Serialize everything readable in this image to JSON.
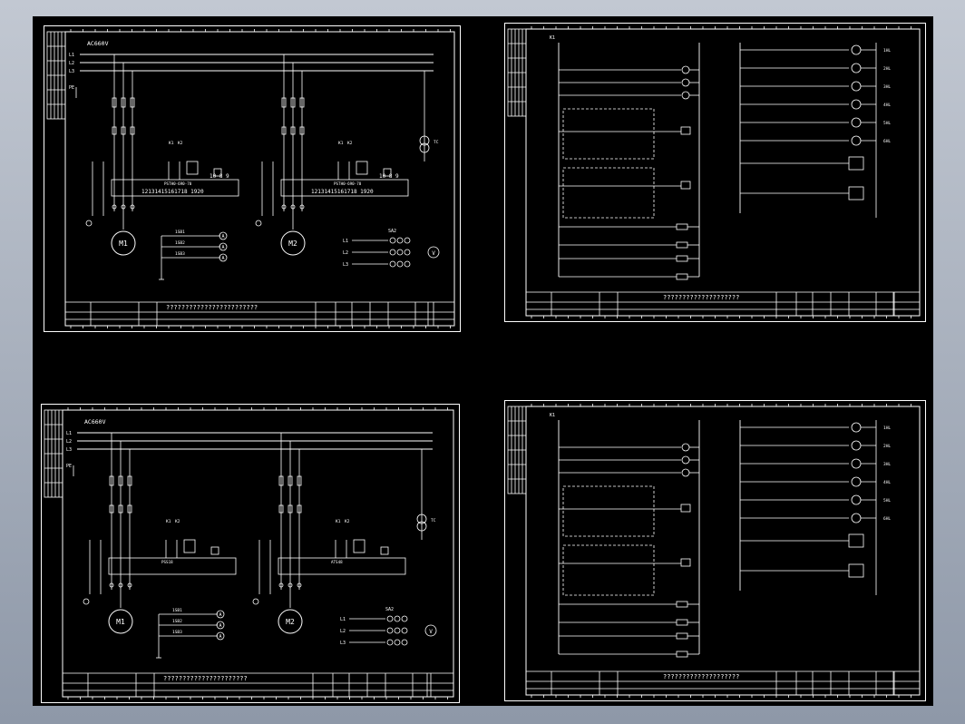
{
  "sheets": [
    {
      "type": "power",
      "bus_label": "AC660V",
      "lines": [
        "L1",
        "L2",
        "L3"
      ],
      "pe": "PE",
      "motors": [
        "M1",
        "M2"
      ],
      "controller_labels": [
        "PSTH0-690-70",
        "PSTH0-690-70"
      ],
      "term_numbers": "12131415161718 1920",
      "term_top": "10 8  9",
      "transformer_label": "TC",
      "title_text": "????????????????????????",
      "buttons": [
        "1SB1",
        "1SB2",
        "1SB3"
      ],
      "ammeters": [
        "A",
        "A",
        "A"
      ],
      "volt_label": "V",
      "sa_label": "SA2",
      "line_labels": [
        "L1",
        "L2",
        "L3"
      ],
      "ka": [
        "K1",
        "K2"
      ]
    },
    {
      "type": "control",
      "title_text": "????????????????????",
      "top_label": "K1",
      "lamp_labels": [
        "1HL",
        "2HL",
        "3HL",
        "4HL",
        "5HL",
        "6HL"
      ]
    },
    {
      "type": "power",
      "bus_label": "AC660V",
      "lines": [
        "L1",
        "L2",
        "L3"
      ],
      "pe": "PE",
      "motors": [
        "M1",
        "M2"
      ],
      "controller_labels": [
        "PSS18",
        "ATS48"
      ],
      "term_numbers": "",
      "term_top": "",
      "transformer_label": "TC",
      "title_text": "??????????????????????",
      "buttons": [
        "1SB1",
        "1SB2",
        "1SB3"
      ],
      "ammeters": [
        "A",
        "A",
        "A"
      ],
      "volt_label": "V",
      "sa_label": "SA2",
      "line_labels": [
        "L1",
        "L2",
        "L3"
      ],
      "ka": [
        "K1",
        "K2"
      ]
    },
    {
      "type": "control",
      "title_text": "????????????????????",
      "top_label": "K1",
      "lamp_labels": [
        "1HL",
        "2HL",
        "3HL",
        "4HL",
        "5HL",
        "6HL"
      ]
    }
  ]
}
